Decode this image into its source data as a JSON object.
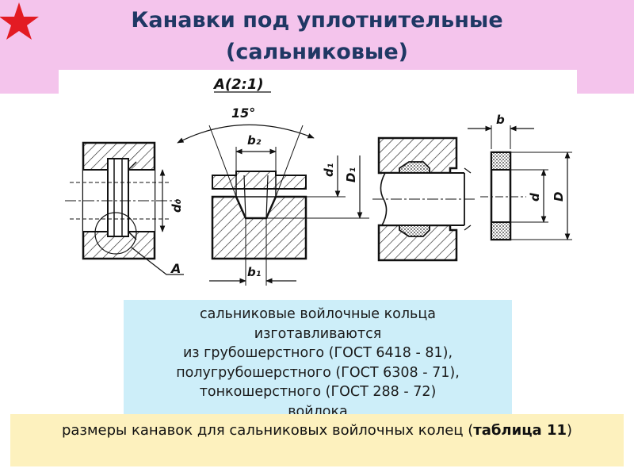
{
  "slide": {
    "title_line1": "Канавки под уплотнительные",
    "title_line2": "(сальниковые)"
  },
  "drawing": {
    "detail_label": "А(2:1)",
    "angle_label": "15°",
    "callout_label": "А",
    "dim_b2": "b₂",
    "dim_b1": "b₁",
    "dim_d0": "d₀",
    "dim_d1": "d₁",
    "dim_D1": "D₁",
    "dim_b": "b",
    "dim_d": "d",
    "dim_D": "D"
  },
  "info": {
    "lines": [
      "сальниковые войлочные кольца",
      "изготавливаются",
      "из грубошерстного (ГОСТ 6418 - 81),",
      "полугрубошерстного (ГОСТ 6308 - 71),",
      "тонкошерстного (ГОСТ 288 - 72)",
      "войлока"
    ]
  },
  "footer": {
    "text_plain": "размеры канавок для сальниковых войлочных колец (",
    "text_bold": "таблица 11",
    "text_end": ")"
  },
  "colors": {
    "title_band": "#f4c4ec",
    "title_text": "#1f3864",
    "info_bg": "#cdeef9",
    "footer_bg": "#fdf1be",
    "star": "#e31b23"
  }
}
